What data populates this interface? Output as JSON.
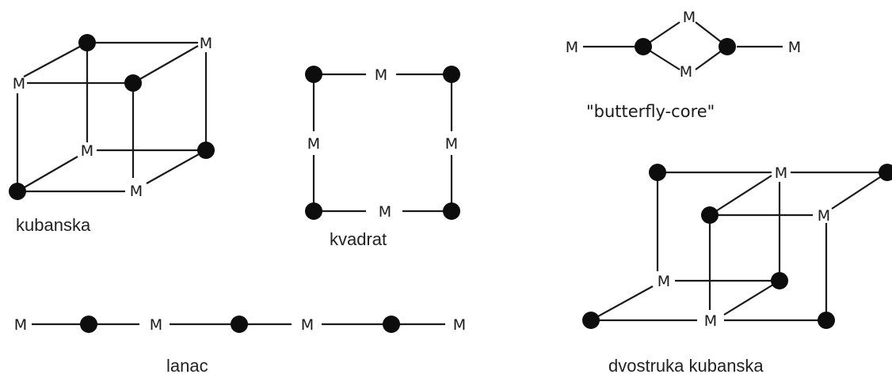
{
  "atom_label": "M",
  "captions": {
    "cubane": "kubanska",
    "square": "kvadrat",
    "butterfly": "\"butterfly-core\"",
    "chain": "lanac",
    "double_cubane": "dvostruka kubanska"
  },
  "colors": {
    "ink": "#1a1a1a",
    "background": "#ffffff"
  }
}
